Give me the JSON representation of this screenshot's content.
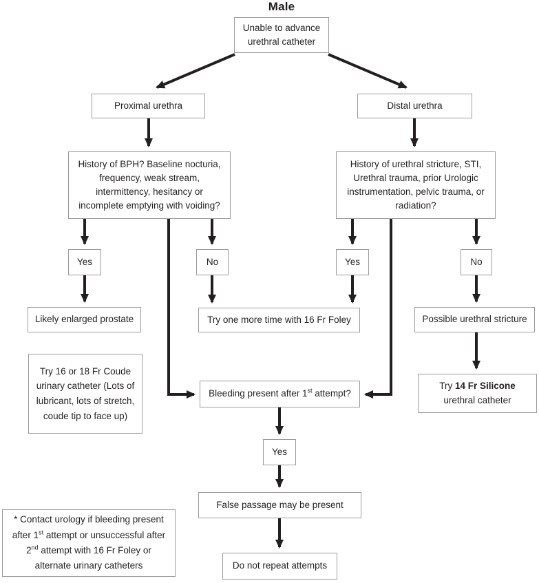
{
  "title": "Male",
  "colors": {
    "line": "#231f20",
    "text": "#231f20",
    "box_border": "#9b9b9b",
    "background": "#ffffff"
  },
  "nodes": {
    "root": "Unable to advance urethral catheter",
    "proximal": "Proximal urethra",
    "distal": "Distal urethra",
    "bph_question": "History of BPH? Baseline nocturia, frequency, weak stream, intermittency, hesitancy or incomplete emptying with voiding?",
    "stricture_question": "History of urethral stricture, STI, Urethral trauma, prior Urologic instrumentation, pelvic trauma, or radiation?",
    "yes_left": "Yes",
    "no_left": "No",
    "yes_right": "Yes",
    "no_right": "No",
    "likely_enlarged_prostate": "Likely enlarged prostate",
    "try_foley": "Try one more time with 16 Fr Foley",
    "possible_stricture": "Possible urethral stricture",
    "coude": "Try 16 or 18 Fr Coude urinary catheter (Lots of lubricant, lots of stretch, coude tip to face up)",
    "bleeding": {
      "pre": "Bleeding present after 1",
      "sup": "st",
      "post": " attempt?"
    },
    "yes_mid": "Yes",
    "silicone": {
      "pre": "Try ",
      "bold": "14 Fr Silicone",
      "line2": "urethral catheter"
    },
    "false_passage": "False passage may be present",
    "do_not_repeat": "Do not repeat attempts",
    "footnote": {
      "s1": "* Contact urology if bleeding present after 1",
      "sup1": "st",
      "s2": " attempt or unsuccessful after 2",
      "sup2": "nd",
      "s3": " attempt with 16 Fr Foley or alternate urinary catheters"
    }
  }
}
